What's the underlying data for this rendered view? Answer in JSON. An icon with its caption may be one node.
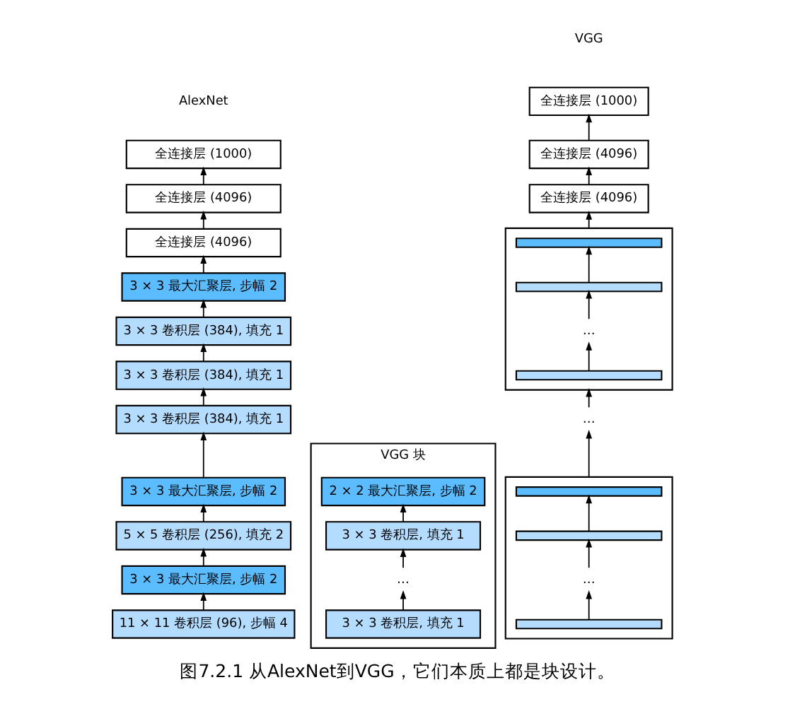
{
  "diagram": {
    "caption": "图7.2.1 从AlexNet到VGG，它们本质上都是块设计。",
    "nodes": [
      {
        "text": [
          "全连接层 (1000)"
        ]
      },
      {
        "text": [
          "全连接层 (4096)"
        ]
      },
      {
        "text": [
          "全连接层 (4096)"
        ]
      },
      {
        "text": [
          "3 × 3 最大汇聚层, 步幅 2"
        ]
      },
      {
        "text": [
          "3 × 3 卷积层 (384), 填充 1"
        ]
      },
      {
        "text": [
          "3 × 3 卷积层 (384), 填充 1"
        ]
      },
      {
        "text": [
          "3 × 3 卷积层 (384), 填充 1"
        ]
      },
      {
        "text": [
          "3 × 3 最大汇聚层, 步幅 2"
        ]
      },
      {
        "text": [
          "5 × 5 卷积层 (256), 填充 2"
        ]
      },
      {
        "text": [
          "3 × 3 最大汇聚层, 步幅 2"
        ]
      },
      {
        "text": [
          "11 × 11 卷积层 (96), 步幅 4"
        ]
      },
      {
        "text": [
          "VGG 块"
        ]
      },
      {
        "text": [
          "2 × 2 最大汇聚层, 步幅 2"
        ],
        "in": 11
      },
      {
        "text": [
          "3 × 3 卷积层, 填充 1"
        ],
        "in": 11
      },
      {
        "text": [
          "…"
        ],
        "in": 11
      },
      {
        "text": [
          "3 × 3 卷积层, 填充 1"
        ],
        "in": 11
      },
      {
        "text": [
          "全连接层 (1000)"
        ]
      },
      {
        "text": [
          "全连接层 (4096)"
        ]
      },
      {
        "text": [
          "全连接层 (4096)"
        ]
      },
      {
        "text": [],
        "shape": "box"
      },
      {
        "text": [],
        "shape": "bar",
        "in": 19
      },
      {
        "text": [],
        "shape": "bar",
        "in": 19
      },
      {
        "text": [
          "…"
        ],
        "in": 19
      },
      {
        "text": [],
        "shape": "bar",
        "in": 19
      },
      {
        "text": [
          "…"
        ]
      },
      {
        "text": [],
        "shape": "box"
      },
      {
        "text": [],
        "shape": "bar",
        "in": 25
      },
      {
        "text": [],
        "shape": "bar",
        "in": 25
      },
      {
        "text": [
          "…"
        ],
        "in": 25
      },
      {
        "text": [],
        "shape": "bar",
        "in": 25
      }
    ],
    "edges": [
      {
        "from": 10,
        "to": 9,
        "arrow": "to"
      },
      {
        "from": 9,
        "to": 8,
        "arrow": "to"
      },
      {
        "from": 8,
        "to": 7,
        "arrow": "to"
      },
      {
        "from": 7,
        "to": 6,
        "arrow": "to"
      },
      {
        "from": 6,
        "to": 5,
        "arrow": "to"
      },
      {
        "from": 5,
        "to": 4,
        "arrow": "to"
      },
      {
        "from": 4,
        "to": 3,
        "arrow": "to"
      },
      {
        "from": 3,
        "to": 2,
        "arrow": "to"
      },
      {
        "from": 2,
        "to": 1,
        "arrow": "to"
      },
      {
        "from": 1,
        "to": 0,
        "arrow": "to"
      },
      {
        "from": 15,
        "to": 14,
        "arrow": "to"
      },
      {
        "from": 14,
        "to": 13,
        "arrow": "to"
      },
      {
        "from": 13,
        "to": 12,
        "arrow": "to"
      },
      {
        "from": 29,
        "to": 28,
        "arrow": "to"
      },
      {
        "from": 28,
        "to": 27,
        "arrow": "to"
      },
      {
        "from": 27,
        "to": 26,
        "arrow": "to"
      },
      {
        "from": 25,
        "to": 24,
        "arrow": "to"
      },
      {
        "from": 24,
        "to": 19,
        "arrow": "to"
      },
      {
        "from": 23,
        "to": 22,
        "arrow": "to"
      },
      {
        "from": 22,
        "to": 21,
        "arrow": "to"
      },
      {
        "from": 21,
        "to": 20,
        "arrow": "to"
      },
      {
        "from": 19,
        "to": 18,
        "arrow": "to"
      },
      {
        "from": 18,
        "to": 17,
        "arrow": "to"
      },
      {
        "from": 17,
        "to": 16,
        "arrow": "to"
      }
    ],
    "labels": [
      "AlexNet",
      "VGG"
    ]
  }
}
